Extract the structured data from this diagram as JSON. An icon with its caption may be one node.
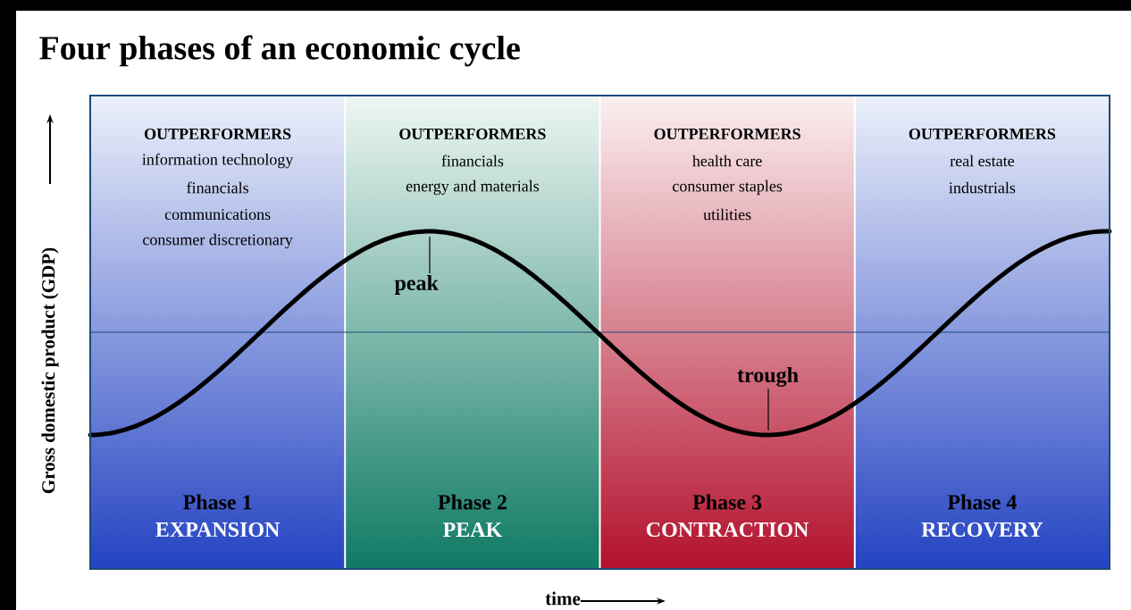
{
  "diagram": {
    "title": "Four phases of an economic cycle",
    "nodes": [
      {
        "text": [
          "OUTPERFORMERS",
          "information technology",
          "financials",
          "communications",
          "consumer discretionary",
          "Phase 1",
          "EXPANSION"
        ]
      },
      {
        "text": [
          "OUTPERFORMERS",
          "financials",
          "energy and materials",
          "Phase 2",
          "PEAK"
        ]
      },
      {
        "text": [
          "OUTPERFORMERS",
          "health care",
          "consumer staples",
          "utilities",
          "Phase 3",
          "CONTRACTION"
        ]
      },
      {
        "text": [
          "OUTPERFORMERS",
          "real estate",
          "industrials",
          "Phase 4",
          "RECOVERY"
        ]
      },
      {
        "text": [
          "peak"
        ],
        "in": 1
      },
      {
        "text": [
          "trough"
        ],
        "in": 2
      }
    ],
    "edges": [
      {
        "from": 4,
        "to": null,
        "arrow": "none"
      },
      {
        "from": 5,
        "to": null,
        "arrow": "none"
      }
    ],
    "labels": [
      "Gross domestic product (GDP)",
      "time"
    ]
  }
}
